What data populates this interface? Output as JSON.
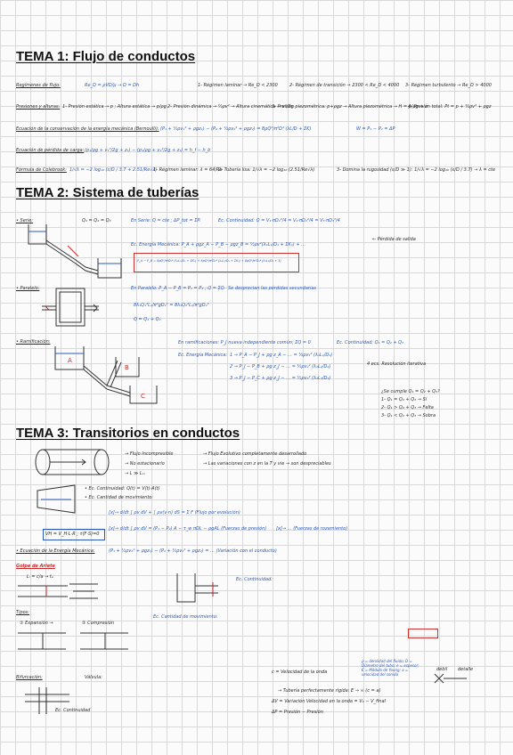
{
  "titles": {
    "t1": "TEMA 1: Flujo de conductos",
    "t2": "TEMA 2: Sistema de tuberías",
    "t3": "TEMA 3: Transitorios en conductos"
  },
  "t1": {
    "regimenes_label": "Regímenes de flujo:",
    "regimenes_re": "Re_D = ρVD/μ → D = Dh",
    "reg1": "1- Régimen laminar → Re_D < 2300",
    "reg2": "2- Régimen de transición → 2300 < Re_D < 4000",
    "reg3": "3- Régimen turbulento → Re_D > 4000",
    "presiones_label": "Presiones y alturas:",
    "pres1": "1- Presión estática → p ; Altura estática → p/ρg",
    "pres2": "2- Presión dinámica → ½ρv² → Altura cinemática → v²/2g",
    "pres3": "3- Presión piezométrica: p+ρgz → Altura piezométrica → H = p/ρg + z",
    "pres4": "4- Presión total: Pt = p + ½ρv² + ρgz",
    "bernoulli_label": "Ecuación de la conservación de la energía mecánica (Bernoulli):",
    "bernoulli_eq": "(P₁ + ½ρv₁² + ρgz₁) − (P₂ + ½ρv₂² + ρgz₂) = 8ρQ²/π²D⁴ (λL/D + ΣK)",
    "bernoulli_w": "W = P₁ − P₂ = ΔP",
    "perdida_label": "Ecuación de pérdida de carga:",
    "perdida_eq": "(p₁/ρg + v₁²/2g + z₁) − (p₂/ρg + v₂²/2g + z₂) = h_f − h_b",
    "colebrook_label": "Fórmula de Colebrook:",
    "colebrook_eq": "1/√λ = −2 log₁₀ (ε/D / 3.7 + 2.51/Re√λ)",
    "col1": "1- Régimen laminar: λ = 64/Re",
    "col2": "2- Tubería lisa: 1/√λ = −2 log₁₀ (2.51/Re√λ)",
    "col3": "3- Domina la rugosidad (ε/D ≫ 1): 1/√λ = −2 log₁₀ (ε/D / 3.7) → λ = cte"
  },
  "t2": {
    "serie_label": "• Serie:",
    "serie_q": "Q₁ = Q₂ = Q₃",
    "serie_eq": "En Serie: Q = cte ; ΔP_tot = ΣPᵢ",
    "serie_cont": "Ec. Continuidad: Q = V₁·πD₁²/4 = V₂·πD₂²/4 = V₃·πD₃²/4",
    "serie_mec": "Ec. Energía Mecánica: P_A + ρgz_A − P_B − ρgz_B = ½ρv²(λ₁L₁/D₁ + ΣK₁) + …",
    "serie_perdida": "← Pérdida de salida",
    "serie_box": "P_A − P_B = 8ρQ²/π²D₁⁴ (λ₁L₁/D₁ + ΣK₁) + 8ρQ²/π²D₂⁴ (λ₂L₂/D₂ + ΣK₂) + 8ρQ²/π²D₃⁴ (λ₃L₃/D₃ + 1)",
    "paralelo_label": "• Paralelo:",
    "paralelo_eq": "En Paralelo: P_A − P_B = P₁ = P₂ ; Q = ΣQᵢ",
    "paralelo_note": "Se desprecian las pérdidas secundarias",
    "paralelo_sub1": "8λ₁Q₁²L₁/π²gD₁⁵ = 8λ₂Q₂²L₂/π²gD₂⁵",
    "paralelo_sub2": "Q = Q₁ + Q₂",
    "ramif_label": "• Ramificación:",
    "ramif_eq": "En ramificaciones: P_J nueva independiente común; ΣQ = 0",
    "ramif_cont": "Ec. Continuidad: Q₁ = Q₂ + Q₃",
    "ramif_mec": "Ec. Energía Mecánica:",
    "ramif_1": "1 → P_A − P_J + ρg z_A − … = ½ρv₁² (λ₁L₁/D₁)",
    "ramif_2": "2 → P_J − P_B + ρg z_J − … = ½ρv₂² (λ₂L₂/D₂)",
    "ramif_3": "3 → P_J − P_C + ρg z_J − … = ½ρv₃² (λ₃L₃/D₃)",
    "ramif_res": "4 ecs. Resolución iterativa",
    "ramif_q1": "¿Se cumple Q₁ = Q₂ + Q₃?",
    "ramif_q2": "1- Q₁ = Q₂ + Q₃ → Sí",
    "ramif_q3": "2- Q₁ > Q₂ + Q₃ → Falta",
    "ramif_q4": "3- Q₁ < Q₂ + Q₃ → Sobra"
  },
  "t3": {
    "flujo1": "→ Flujo Incompresible",
    "flujo2": "→ No estacionario",
    "flujo3": "→ L ≫ Lᵢₙ",
    "evol1": "→ Flujo Evolutivo completamente desarrollado",
    "evol2": "→ Las variaciones con z en la T y vie → son despreciables",
    "cont": "• Ec. Continuidad: Q(t) = V(t)·A(t)",
    "cmov": "• Ec. Cantidad de movimiento:",
    "cmov_eq1": "[x]→ d/dt ∫ ρv dV + ∫ ρv(v·n) dS = Σ F   (Flujo por evolución)",
    "cmov_eq2": "[x]→ d/dt ∫ ρv dV = (P₁ − P₂) A − τ_w πDL − ρgAL   (Fuerzas de presión)",
    "cmov_eq3": "[x]→ … (Fuerzas de rozamiento)",
    "vl": "VH = V_H·L·R ; τ(F·S)=0",
    "energia": "• Ecuación de la Energía Mecánica:",
    "energia_eq": "(P₁ + ½ρv₁² + ρgz₁) − (P₂ + ½ρv₂² + ρgz₂) = … (Variación con el conducto)",
    "golpe": "Golpe de Ariete",
    "golpe_eq": "Lᵢ = c/a → tₑ",
    "tipos": "Tipos:",
    "tipo1": "① Expansión →",
    "tipo2": "② Compresión",
    "continuidad2": "Ec. Continuidad:",
    "cm2": "Ec. Cantidad de movimiento:",
    "celeridad": "c = Velocidad de la onda",
    "celeridad_list": "ρ = densidad del fluido; D = Diámetro del tubo; e = espesor; E = Módulo de Young; a = velocidad del sonido",
    "tuberia": "→ Tubería perfectamente rígida: E → ∞ (c = a)",
    "dv": "ΔV = Variación Velocidad en la onda = V₀ − V_final",
    "dp": "ΔP = Presión − Presión",
    "bifurcacion": "Bifurcación:",
    "valvula": "Válvula:",
    "cont_small": "Ec. Continuidad",
    "debil": "débil",
    "detalle": "detalle"
  }
}
